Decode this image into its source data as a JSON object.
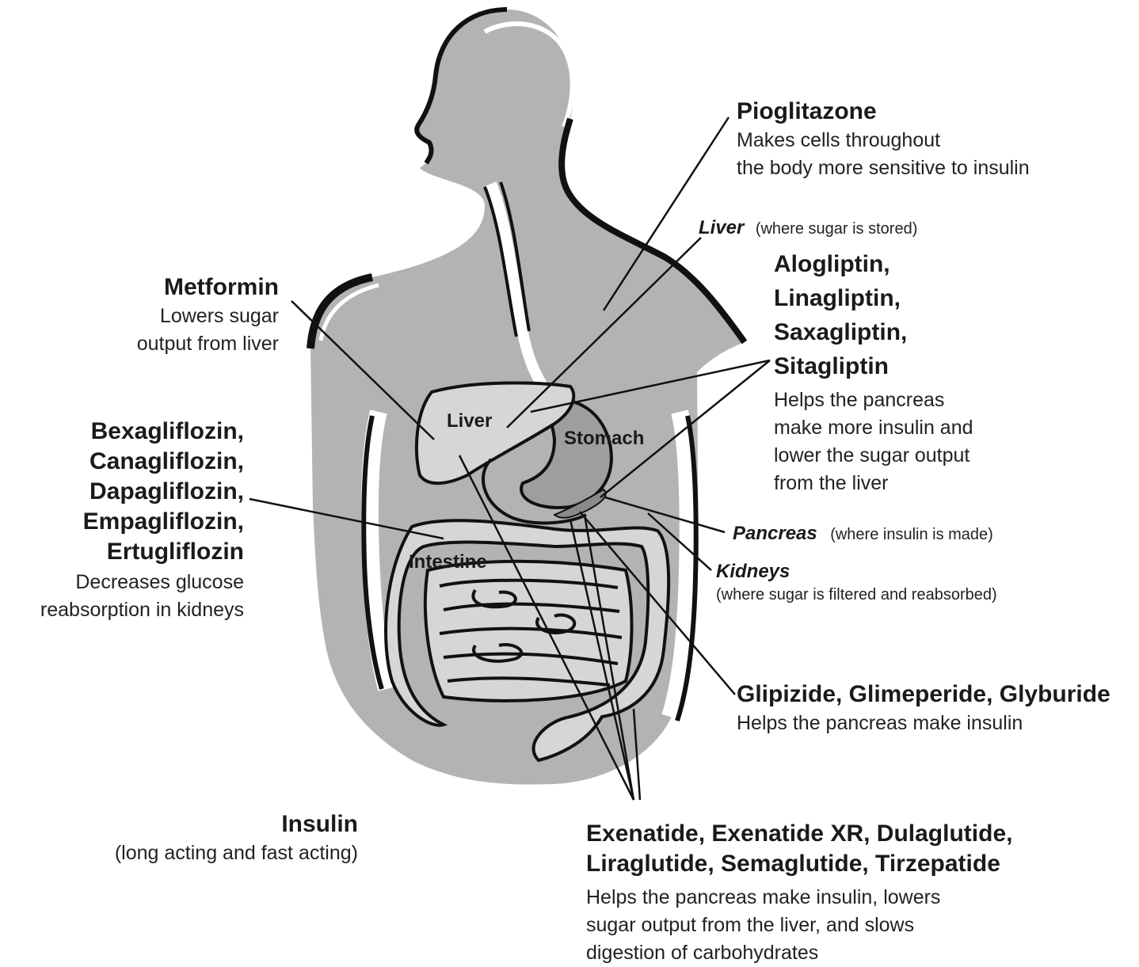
{
  "organs_in_body": {
    "liver": "Liver",
    "stomach": "Stomach",
    "intestine": "Intestine"
  },
  "organ_callouts": {
    "liver": {
      "name": "Liver",
      "note": "(where sugar is stored)"
    },
    "pancreas": {
      "name": "Pancreas",
      "note": "(where insulin is made)"
    },
    "kidneys": {
      "name": "Kidneys",
      "note": "(where sugar is filtered and reabsorbed)"
    }
  },
  "drugs": {
    "pioglitazone": {
      "name": "Pioglitazone",
      "desc": [
        "Makes cells throughout",
        "the body more sensitive to insulin"
      ]
    },
    "metformin": {
      "name": "Metformin",
      "desc": [
        "Lowers sugar",
        "output from liver"
      ]
    },
    "gliptins": {
      "names": [
        "Alogliptin,",
        "Linagliptin,",
        "Saxagliptin,",
        "Sitagliptin"
      ],
      "desc": [
        "Helps the pancreas",
        "make more insulin and",
        "lower the sugar output",
        "from the liver"
      ]
    },
    "gliflozins": {
      "names": [
        "Bexagliflozin,",
        "Canagliflozin,",
        "Dapagliflozin,",
        "Empagliflozin,",
        "Ertugliflozin"
      ],
      "desc": [
        "Decreases glucose",
        "reabsorption in kidneys"
      ]
    },
    "sulfonylureas": {
      "name": "Glipizide, Glimeperide, Glyburide",
      "desc": [
        "Helps the pancreas make insulin"
      ]
    },
    "insulin": {
      "name": "Insulin",
      "desc": [
        "(long acting and fast acting)"
      ]
    },
    "glp1": {
      "names": [
        "Exenatide, Exenatide XR, Dulaglutide,",
        "Liraglutide, Semaglutide, Tirzepatide"
      ],
      "desc": [
        "Helps the pancreas make insulin, lowers",
        "sugar output from the liver, and slows",
        "digestion of carbohydrates"
      ]
    }
  },
  "colors": {
    "body_fill": "#b3b3b3",
    "organ_fill": "#d6d6d6",
    "outline": "#111111",
    "pancreas": "#8a8a8a"
  }
}
